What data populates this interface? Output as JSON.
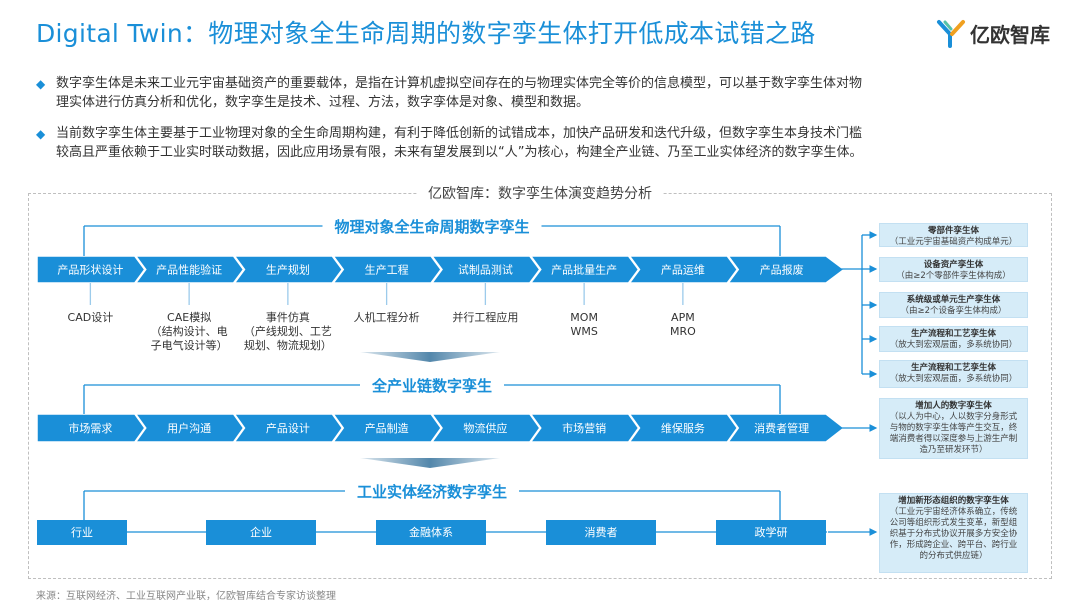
{
  "title": "Digital Twin：物理对象全生命周期的数字孪生体打开低成本试错之路",
  "logo": {
    "text": "亿欧智库",
    "icon": "yiou-logo-icon"
  },
  "bullets": [
    {
      "line1": "数字孪生体是未来工业元宇宙基础资产的重要载体，是指在计算机虚拟空间存在的与物理实体完全等价的信息模型，可以基于数字孪生体对物",
      "line2": "理实体进行仿真分析和优化，数字孪生是技术、过程、方法，数字孪体是对象、模型和数据。"
    },
    {
      "line1": "当前数字孪生体主要基于工业物理对象的全生命周期构建，有利于降低创新的试错成本，加快产品研发和迭代升级，但数字孪生本身技术门槛",
      "line2": "较高且严重依赖于工业实时联动数据，因此应用场景有限，未来有望发展到以“人”为核心，构建全产业链、乃至工业实体经济的数字孪生体。"
    }
  ],
  "frame_title": "亿欧智库：数字孪生体演变趋势分析",
  "section1": {
    "title": "物理对象全生命周期数字孪生",
    "steps": [
      "产品形状设计",
      "产品性能验证",
      "生产规划",
      "生产工程",
      "试制品测试",
      "产品批量生产",
      "产品运维",
      "产品报废"
    ],
    "subs": [
      {
        "l1": "CAD设计",
        "l2": "",
        "l3": ""
      },
      {
        "l1": "CAE模拟",
        "l2": "（结构设计、电",
        "l3": "子电气设计等）"
      },
      {
        "l1": "事件仿真",
        "l2": "（产线规划、工艺",
        "l3": "规划、物流规划）"
      },
      {
        "l1": "人机工程分析",
        "l2": "",
        "l3": ""
      },
      {
        "l1": "并行工程应用",
        "l2": "",
        "l3": ""
      },
      {
        "l1": "MOM",
        "l2": "WMS",
        "l3": ""
      },
      {
        "l1": "APM",
        "l2": "MRO",
        "l3": ""
      }
    ]
  },
  "section2": {
    "title": "全产业链数字孪生",
    "steps": [
      "市场需求",
      "用户沟通",
      "产品设计",
      "产品制造",
      "物流供应",
      "市场营销",
      "维保服务",
      "消费者管理"
    ]
  },
  "section3": {
    "title": "工业实体经济数字孪生",
    "nodes": [
      "行业",
      "企业",
      "金融体系",
      "消费者",
      "政学研"
    ]
  },
  "boxes": [
    {
      "title": "零部件孪生体",
      "lines": [
        "（工业元宇宙基础资产构成单元）"
      ]
    },
    {
      "title": "设备资产孪生体",
      "lines": [
        "（由≥2个零部件孪生体构成）"
      ]
    },
    {
      "title": "系统级或单元生产孪生体",
      "lines": [
        "（由≥2个设备孪生体构成）"
      ]
    },
    {
      "title": "生产流程和工艺孪生体",
      "lines": [
        "（放大到宏观层面，多系统协同）"
      ]
    },
    {
      "title": "生产流程和工艺孪生体",
      "lines": [
        "（放大到宏观层面，多系统协同）"
      ]
    },
    {
      "title": "增加人的数字孪生体",
      "lines": [
        "（以人为中心，人以数字分身形式",
        "与物的数字孪生体等产生交互，终",
        "端消费者得以深度参与上游生产制",
        "造乃至研发环节）"
      ]
    },
    {
      "title": "增加新形态组织的数字孪生体",
      "lines": [
        "（工业元宇宙经济体系确立，传统",
        "公司等组织形式发生变革，新型组",
        "织基于分布式协议开展多方安全协",
        "作，形成跨企业、跨平台、跨行业",
        "的分布式供应链）"
      ]
    }
  ],
  "source": "来源：互联网经济、工业互联网产业联，亿欧智库结合专家访谈整理",
  "colors": {
    "accent": "#1a8fd8",
    "box_fill": "#d6ecf8",
    "text": "#333333"
  }
}
